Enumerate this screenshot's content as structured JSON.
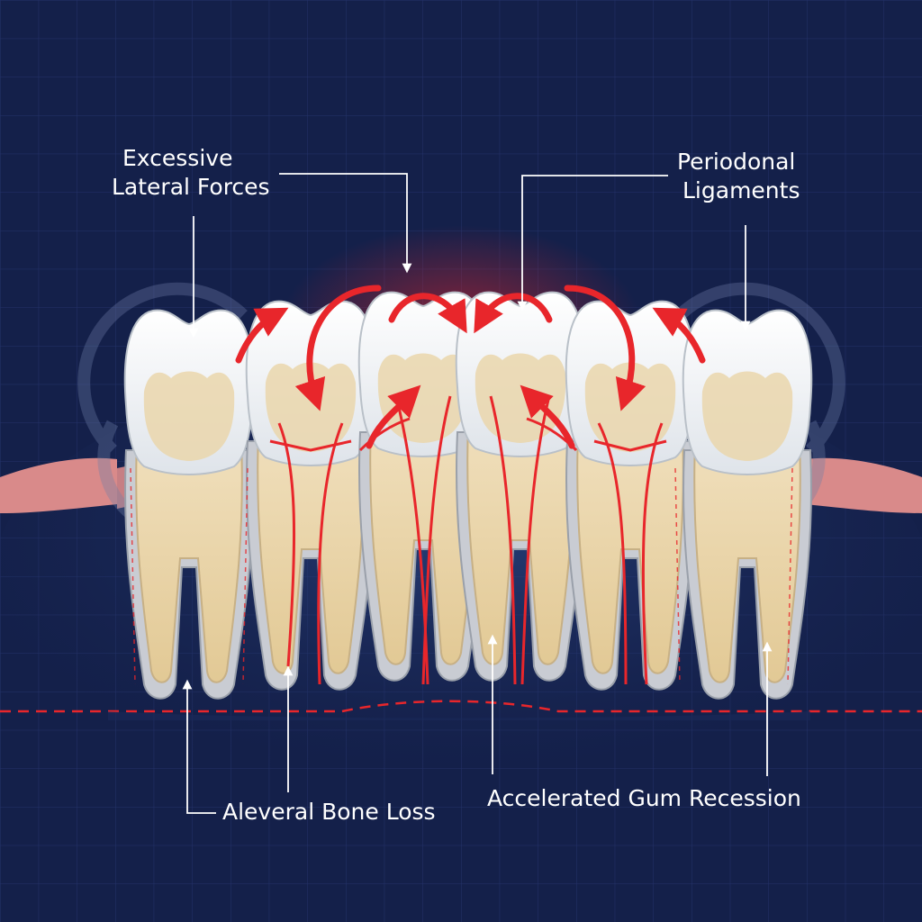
{
  "labels": {
    "excessive_lateral_forces": {
      "line1": "Excessive",
      "line2": "Lateral Forces"
    },
    "periodontal_ligaments": {
      "line1": "Periodonal",
      "line2": "Ligaments"
    },
    "bone_loss": "Aleveral Bone Loss",
    "gum_recession": "Accelerated Gum Recession"
  },
  "colors": {
    "background": "#14204a",
    "grid": "#22305e",
    "force_arrow": "#e8262b",
    "enamel": "#f6f7f9",
    "dentin": "#e9d5ad",
    "gum": "#d98a8a",
    "bone": "#c9ccd3",
    "label_line": "#ffffff"
  },
  "icons": {
    "force_arrows": "curved-arrow-icon",
    "leader_lines": "arrow-pointer-icon"
  }
}
